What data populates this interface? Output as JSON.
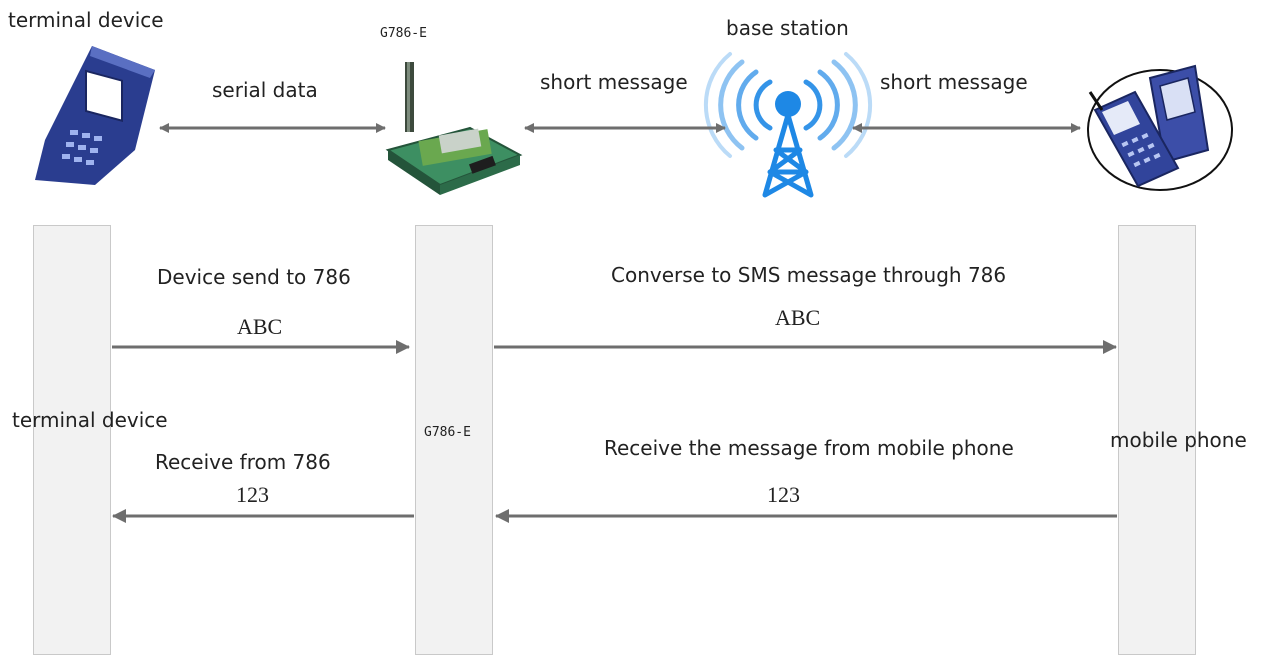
{
  "top": {
    "terminal_device_label": "terminal device",
    "module_label": "G786-E",
    "base_station_label": "base station",
    "serial_data_label": "serial data",
    "short_message_left_label": "short message",
    "short_message_right_label": "short message"
  },
  "lanes": {
    "terminal_device_label": "terminal device",
    "module_label": "G786-E",
    "mobile_phone_label": "mobile phone"
  },
  "messages": {
    "device_send": "Device send to 786",
    "device_send_payload": "ABC",
    "converse": "Converse to SMS message through 786",
    "converse_payload": "ABC",
    "receive_from": "Receive  from  786",
    "receive_from_payload": "123",
    "receive_phone": "Receive the message from mobile phone",
    "receive_phone_payload": "123"
  },
  "colors": {
    "arrow": "#6e6e6e",
    "lane_fill": "#f2f2f2",
    "tower_blue": "#1e88e5",
    "device_navy": "#2a3d8f",
    "board_green": "#2e8b57"
  },
  "icons": {
    "terminal": "handheld-terminal-icon",
    "module": "gsm-module-icon",
    "tower": "signal-tower-icon",
    "phone": "mobile-phone-icon"
  }
}
